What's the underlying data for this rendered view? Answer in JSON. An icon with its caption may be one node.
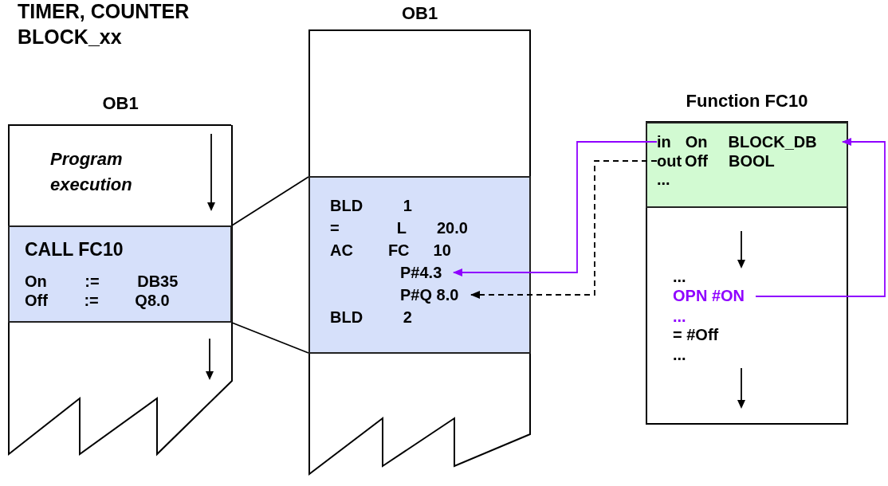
{
  "diagram": {
    "nodes": [
      {
        "text": [
          "OB1",
          "Program execution"
        ]
      },
      {
        "text": [
          "CALL FC10",
          "On := DB35",
          "Off := Q8.0"
        ],
        "in": 0
      },
      {
        "text": [
          "OB1"
        ]
      },
      {
        "text": [
          "BLD 1",
          "= L 20.0",
          "AC FC 10",
          "BLD 2"
        ],
        "in": 2
      },
      {
        "text": [
          "P#4.3"
        ],
        "in": 3
      },
      {
        "text": [
          "P#Q 8.0"
        ],
        "in": 3
      },
      {
        "text": [
          "Function FC10"
        ]
      },
      {
        "text": [
          "..."
        ],
        "in": 6
      },
      {
        "text": [
          "in On BLOCK_DB"
        ],
        "in": 7
      },
      {
        "text": [
          "out Off BOOL"
        ],
        "in": 7
      },
      {
        "text": [
          "...",
          "...",
          "= #Off",
          "..."
        ],
        "in": 6
      },
      {
        "text": [
          "OPN #ON"
        ],
        "in": 10
      }
    ],
    "edges": [
      {
        "from": 8,
        "to": 4,
        "arrow": "to",
        "color": "#8f00ff"
      },
      {
        "from": 9,
        "to": 5,
        "arrow": "to",
        "style": "dashed"
      },
      {
        "from": 11,
        "to": 8,
        "arrow": "to",
        "color": "#8f00ff"
      },
      {
        "from": 1,
        "to": 3,
        "arrow": "none"
      },
      {
        "from": 1,
        "to": 3,
        "arrow": "none"
      }
    ],
    "labels": [
      "TIMER, COUNTER",
      "BLOCK_xx"
    ]
  }
}
